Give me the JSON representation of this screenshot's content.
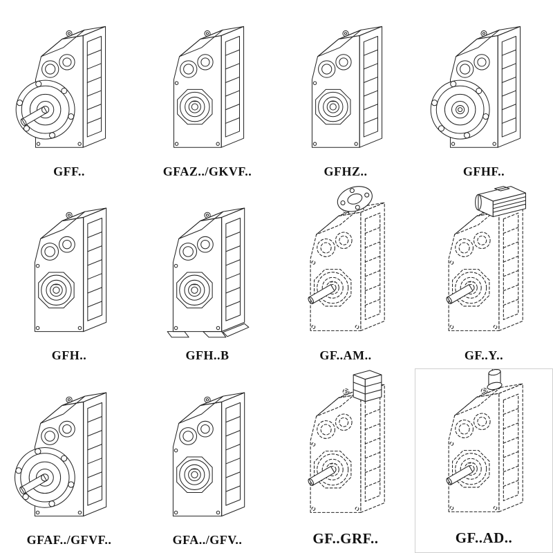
{
  "page": {
    "background": "#ffffff",
    "line_color": "#222222",
    "label_color": "#111111",
    "description": "Catalog sheet of twelve isometric line drawings of parallel-shaft helical gear units, each with a model designation label"
  },
  "grid": {
    "columns": 4,
    "rows": 3,
    "items": [
      {
        "label": "GFF..",
        "drawing": {
          "front": "flange-shaft",
          "style": "solid",
          "top": "none",
          "output": "none",
          "feet": false,
          "scale": 1.0
        }
      },
      {
        "label": "GFAZ../GKVF..",
        "drawing": {
          "front": "bore",
          "style": "solid",
          "top": "none",
          "output": "none",
          "feet": false,
          "scale": 1.0
        }
      },
      {
        "label": "GFHZ..",
        "drawing": {
          "front": "bore",
          "style": "solid",
          "top": "none",
          "output": "none",
          "feet": false,
          "scale": 1.0
        }
      },
      {
        "label": "GFHF..",
        "drawing": {
          "front": "flange-bore",
          "style": "solid",
          "top": "none",
          "output": "none",
          "feet": false,
          "scale": 1.0
        }
      },
      {
        "label": "GFH..",
        "drawing": {
          "front": "bore",
          "style": "solid",
          "top": "none",
          "output": "none",
          "feet": false,
          "scale": 1.02
        }
      },
      {
        "label": "GFH..B",
        "drawing": {
          "front": "bore",
          "style": "solid",
          "top": "none",
          "output": "none",
          "feet": true,
          "scale": 1.02
        }
      },
      {
        "label": "GF..AM..",
        "drawing": {
          "front": "bore",
          "style": "dashed",
          "top": "flange",
          "output": "shaft",
          "feet": false,
          "scale": 1.06
        }
      },
      {
        "label": "GF..Y..",
        "drawing": {
          "front": "bore",
          "style": "dashed",
          "top": "motor",
          "output": "shaft",
          "feet": false,
          "scale": 1.06
        }
      },
      {
        "label": "GFAF../GFVF..",
        "drawing": {
          "front": "flange-shaft",
          "style": "solid",
          "top": "none",
          "output": "none",
          "feet": false,
          "scale": 1.02
        }
      },
      {
        "label": "GFA../GFV..",
        "drawing": {
          "front": "bore",
          "style": "solid",
          "top": "none",
          "output": "none",
          "feet": false,
          "scale": 1.02
        }
      },
      {
        "label": "GF..GRF..",
        "drawing": {
          "front": "bore",
          "style": "dashed",
          "top": "adapter",
          "output": "shaft",
          "feet": false,
          "scale": 1.06
        }
      },
      {
        "label": "GF..AD..",
        "drawing": {
          "front": "bore",
          "style": "dashed",
          "top": "input-shaft",
          "output": "shaft",
          "feet": false,
          "scale": 1.06
        }
      }
    ]
  }
}
